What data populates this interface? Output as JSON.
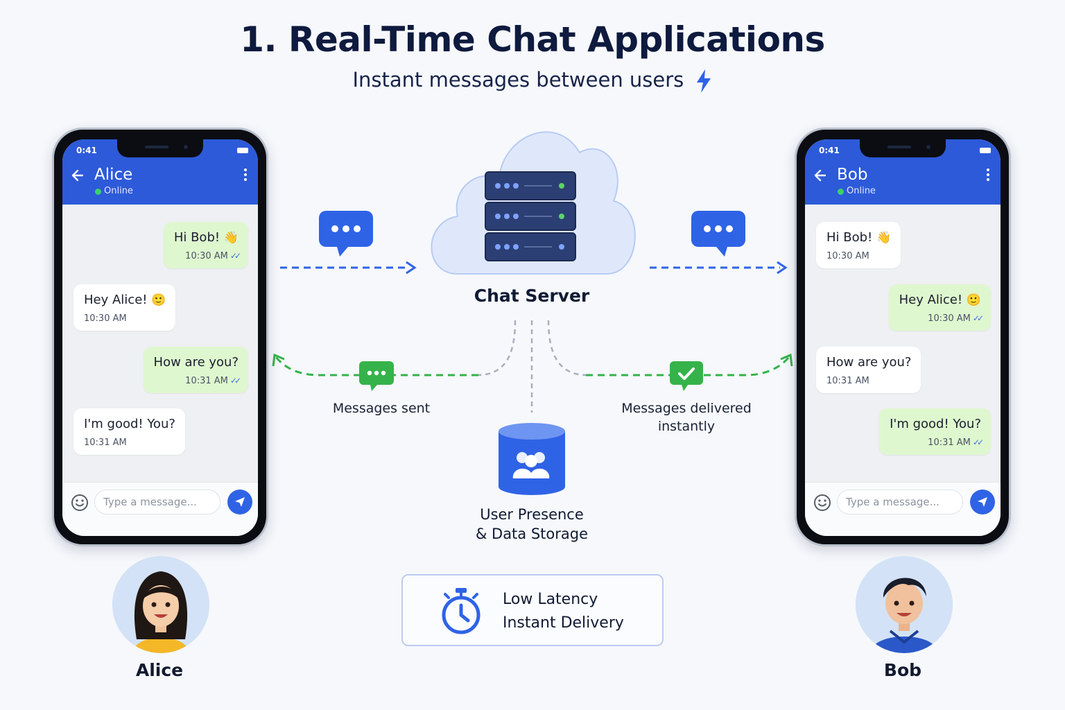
{
  "title": "1. Real-Time Chat Applications",
  "subtitle": "Instant messages between users",
  "status_time": "0:41",
  "phones": [
    {
      "contact": "Alice",
      "status": "Online",
      "messages": [
        {
          "dir": "out",
          "text": "Hi Bob!",
          "emoji": "👋",
          "time": "10:30 AM",
          "read": true
        },
        {
          "dir": "in",
          "text": "Hey Alice!",
          "emoji": "🙂",
          "time": "10:30 AM",
          "read": false
        },
        {
          "dir": "out",
          "text": "How are you?",
          "emoji": "",
          "time": "10:31 AM",
          "read": true
        },
        {
          "dir": "in",
          "text": "I'm good! You?",
          "emoji": "",
          "time": "10:31 AM",
          "read": false
        }
      ],
      "input_placeholder": "Type a message..."
    },
    {
      "contact": "Bob",
      "status": "Online",
      "messages": [
        {
          "dir": "in",
          "text": "Hi Bob!",
          "emoji": "👋",
          "time": "10:30 AM",
          "read": false
        },
        {
          "dir": "out",
          "text": "Hey Alice!",
          "emoji": "🙂",
          "time": "10:30 AM",
          "read": true
        },
        {
          "dir": "in",
          "text": "How are you?",
          "emoji": "",
          "time": "10:31 AM",
          "read": false
        },
        {
          "dir": "out",
          "text": "I'm good! You?",
          "emoji": "",
          "time": "10:31 AM",
          "read": true
        }
      ],
      "input_placeholder": "Type a message..."
    }
  ],
  "users": {
    "left": "Alice",
    "right": "Bob"
  },
  "server": {
    "label": "Chat Server"
  },
  "storage": {
    "line1": "User Presence",
    "line2": "& Data Storage"
  },
  "flows": {
    "sent": "Messages sent",
    "delivered_line1": "Messages delivered",
    "delivered_line2": "instantly"
  },
  "latency": {
    "line1": "Low Latency",
    "line2": "Instant Delivery"
  },
  "colors": {
    "brand_blue": "#2d5ad9",
    "out_bubble": "#dff7cf",
    "flow_green": "#35b34a",
    "flow_blue": "#2f63e6"
  }
}
